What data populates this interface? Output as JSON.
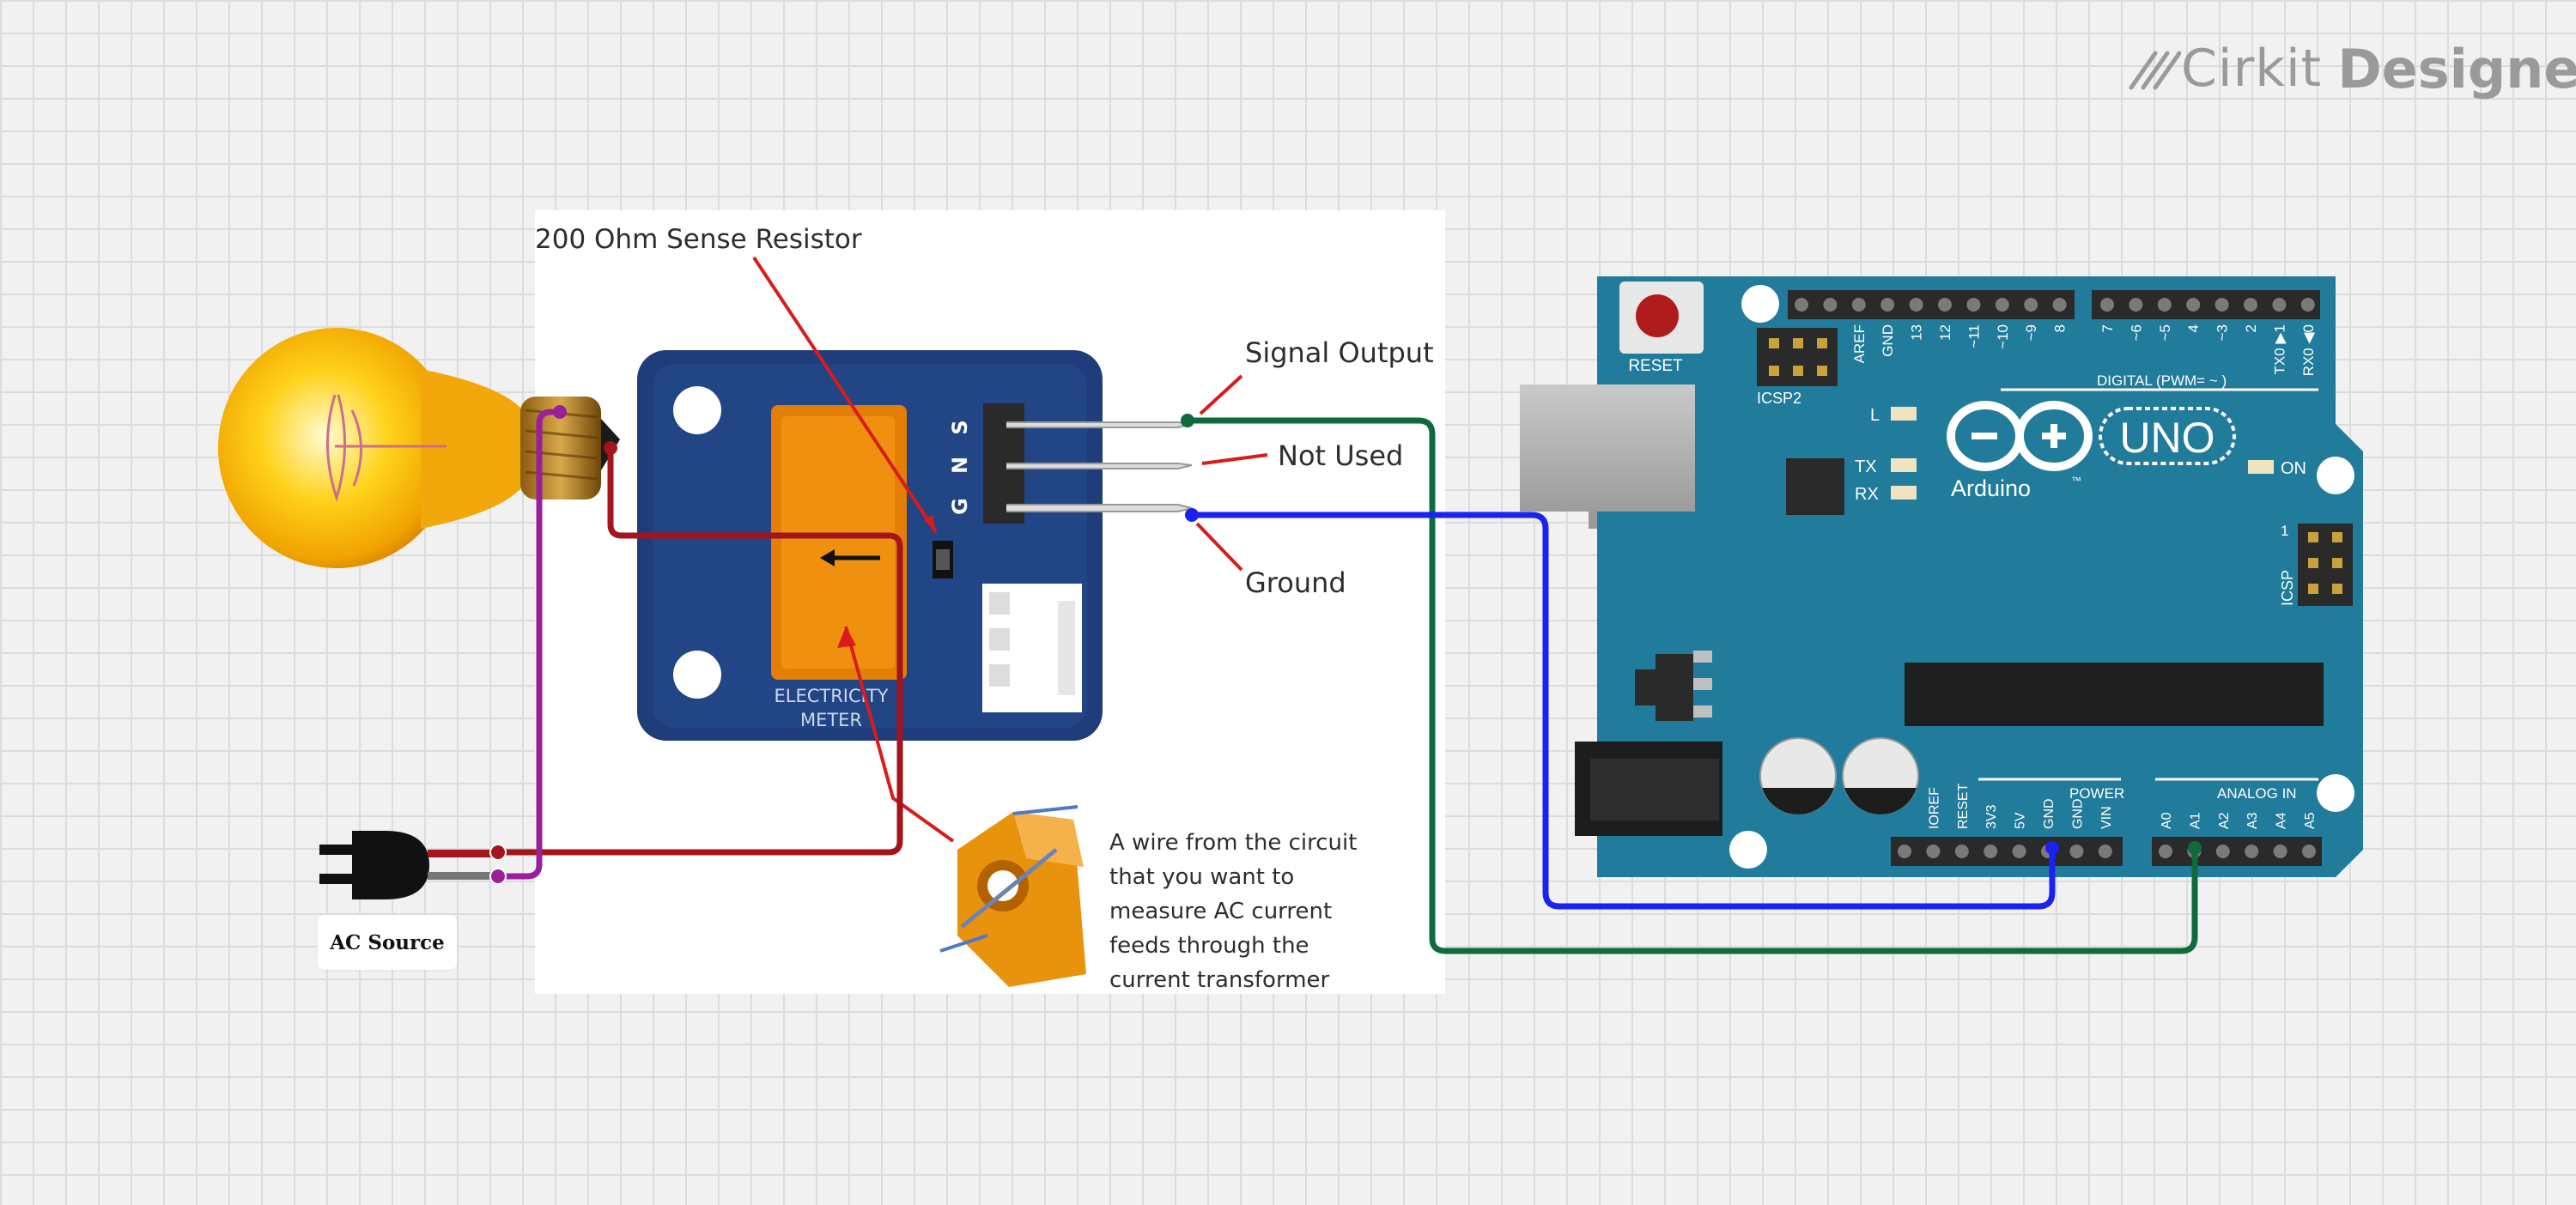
{
  "logo": {
    "brand": "Cirkit",
    "product": "Designer"
  },
  "ac_source": {
    "label": "AC Source"
  },
  "sensor_image": {
    "resistor_label": "200 Ohm Sense Resistor",
    "signal_label": "Signal Output",
    "not_used_label": "Not Used",
    "ground_label": "Ground",
    "pin_labels": [
      "G",
      "N",
      "S"
    ],
    "board_text": [
      "ELECTRICITY",
      "METER"
    ],
    "ct_caption": [
      "A wire from the circuit",
      "that you want to",
      "measure AC current",
      "feeds through the",
      "current transformer"
    ]
  },
  "arduino": {
    "reset_label": "RESET",
    "icsp2_label": "ICSP2",
    "icsp_label": "ICSP",
    "icsp_pin1": "1",
    "digital_label": "DIGITAL (PWM= ~ )",
    "top_pins": [
      "AREF",
      "GND",
      "13",
      "12",
      "~11",
      "~10",
      "~9",
      "8",
      "7",
      "~6",
      "~5",
      "4",
      "~3",
      "2",
      "TX0 ▶1",
      "RX0 ◀0"
    ],
    "led_l": "L",
    "led_tx": "TX",
    "led_rx": "RX",
    "led_on": "ON",
    "brand": "Arduino",
    "tm": "™",
    "model": "UNO",
    "power_label": "POWER",
    "analog_label": "ANALOG IN",
    "power_pins": [
      "IOREF",
      "RESET",
      "3V3",
      "5V",
      "GND",
      "GND",
      "VIN"
    ],
    "analog_pins": [
      "A0",
      "A1",
      "A2",
      "A3",
      "A4",
      "A5"
    ]
  },
  "colors": {
    "board": "#217b9b",
    "wire_red": "#a3141c",
    "wire_purple": "#9a1f9a",
    "wire_green": "#0f6b3c",
    "wire_blue": "#1a22f0",
    "module": "#1f3d7a",
    "ct_orange": "#e9920c"
  }
}
